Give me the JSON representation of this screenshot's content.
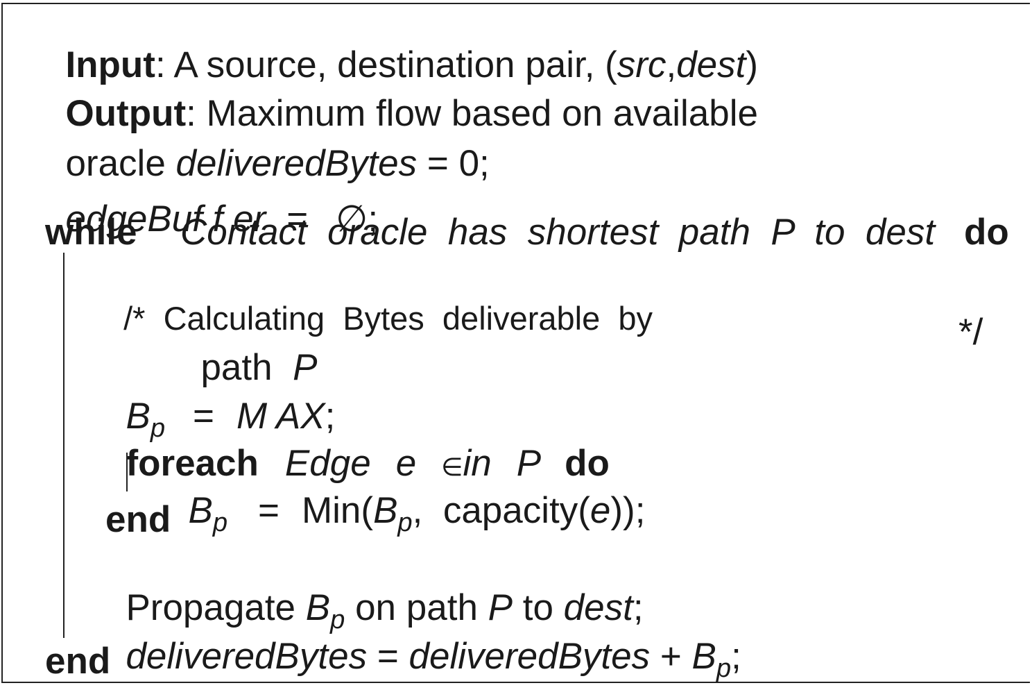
{
  "algorithm": {
    "input": {
      "keyword": "Input",
      "text": ": A source, destination pair, (",
      "src": "src",
      "comma": ",",
      "dest": "dest",
      "close": ")"
    },
    "output": {
      "keyword": "Output",
      "text": ": Maximum flow based on available"
    },
    "line_oracle": {
      "prefix": "oracle ",
      "var": "deliveredBytes",
      "rest": " = 0;"
    },
    "line_buffer": {
      "var": "edgeBuf f er",
      "eq": "=",
      "empty": "∅",
      "semi": ";"
    },
    "while_line": {
      "keyword": "while",
      "condition": "Contact  oracle  has  shortest  path  P  to  dest",
      "do": "do"
    },
    "comment": {
      "open": "/*",
      "text": "Calculating  Bytes  deliverable  by",
      "cont": "path  ",
      "cont_var": "P",
      "close": "*/"
    },
    "bp_init": {
      "var": "B",
      "sub": "p",
      "eq": "=",
      "value": "M AX",
      "semi": ";"
    },
    "foreach_line": {
      "keyword": "foreach",
      "edge": "Edge",
      "e": "e",
      "in_sym": "∈",
      "in": "in",
      "P": "P",
      "do": "do"
    },
    "min_line": {
      "var": "B",
      "sub": "p",
      "eq": "=",
      "func": "Min(",
      "arg": "B",
      "arg_sub": "p",
      "sep": ",  capacity(",
      "e": "e",
      "close": "));"
    },
    "end_inner": "end",
    "propagate": {
      "text1": "Propagate ",
      "var": "B",
      "sub": "p",
      "text2": " on path ",
      "P": "P",
      "text3": " to ",
      "dest": "dest",
      "semi": ";"
    },
    "accumulate": {
      "lhs": "deliveredBytes",
      "eq": " = ",
      "rhs": "deliveredBytes",
      "plus": " + ",
      "var": "B",
      "sub": "p",
      "semi": ";"
    },
    "end_outer": "end"
  }
}
